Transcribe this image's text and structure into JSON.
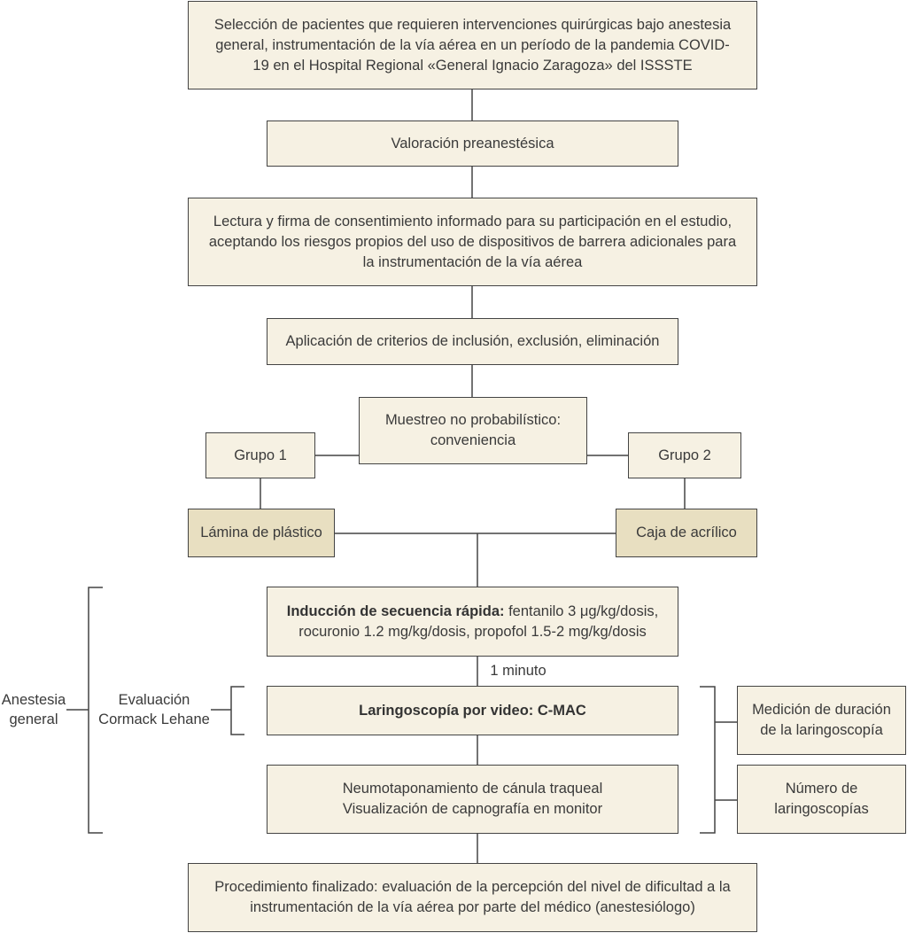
{
  "nodes": {
    "seleccion": "Selección de pacientes que requieren intervenciones quirúrgicas bajo anestesia general, instrumentación de la vía aérea en un período de la pandemia COVID-19 en el Hospital Regional «General Ignacio Zaragoza» del ISSSTE",
    "valoracion": "Valoración preanestésica",
    "consentimiento": "Lectura y firma de consentimiento informado para su participación en el estudio, aceptando los riesgos propios del uso de dispositivos de barrera adicionales para la instrumentación de la vía aérea",
    "criterios": "Aplicación de criterios de inclusión, exclusión, eliminación",
    "muestreo_line1": "Muestreo no probabilístico:",
    "muestreo_line2": "conveniencia",
    "grupo1": "Grupo 1",
    "grupo2": "Grupo 2",
    "lamina": "Lámina de plástico",
    "caja": "Caja de acrílico",
    "induccion_bold": "Inducción de secuencia rápida:",
    "induccion_rest": " fentanilo 3 μg/kg/dosis,",
    "induccion_line2": "rocuronio 1.2 mg/kg/dosis, propofol 1.5-2 mg/kg/dosis",
    "laringoscopia": "Laringoscopía por video: C-MAC",
    "neumo_line1": "Neumotaponamiento de cánula traqueal",
    "neumo_line2": "Visualización de capnografía en monitor",
    "medicion_line1": "Medición de duración",
    "medicion_line2": "de la laringoscopía",
    "numero_line1": "Número de",
    "numero_line2": "laringoscopías",
    "procedimiento_line1": "Procedimiento finalizado: evaluación de la percepción del nivel de dificultad a la",
    "procedimiento_line2": "instrumentación de la vía aérea por parte del médico (anestesiólogo)"
  },
  "labels": {
    "un_minuto": "1 minuto",
    "anestesia_line1": "Anestesia",
    "anestesia_line2": "general",
    "evaluacion_line1": "Evaluación",
    "evaluacion_line2": "Cormack Lehane"
  }
}
